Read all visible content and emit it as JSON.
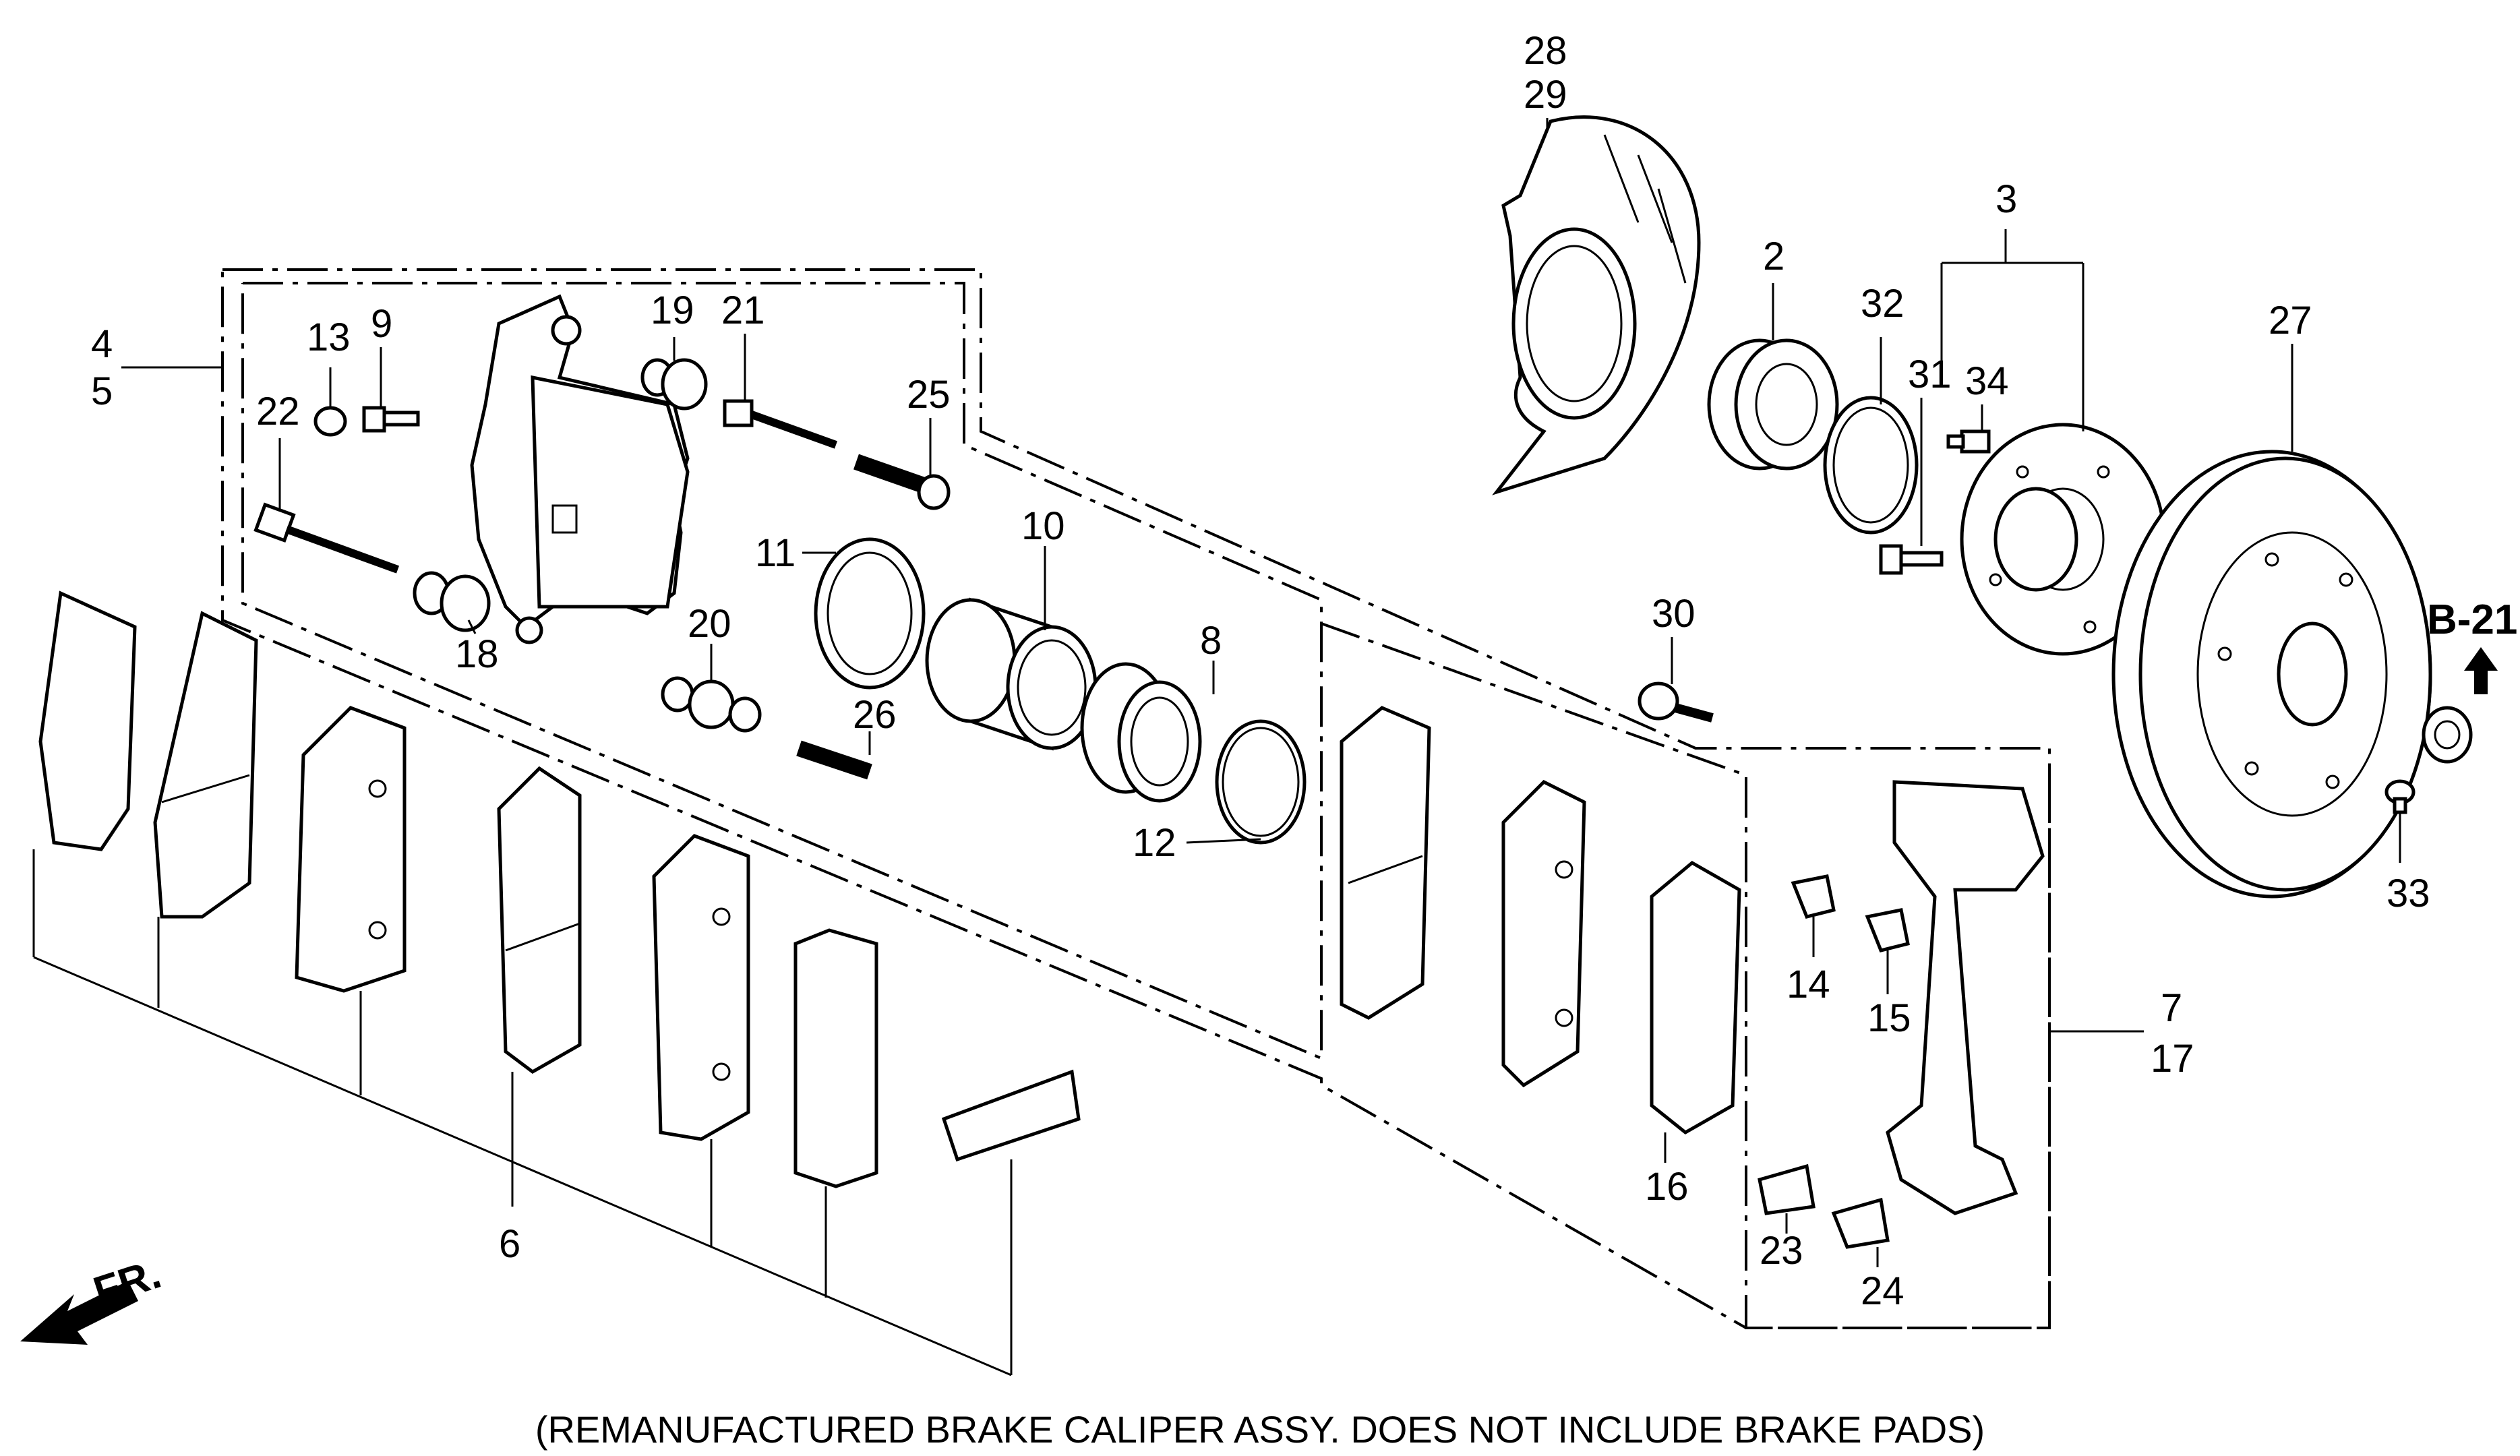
{
  "labels": {
    "p2": "2",
    "p3": "3",
    "p4": "4",
    "p5": "5",
    "p6": "6",
    "p7": "7",
    "p8": "8",
    "p9": "9",
    "p10": "10",
    "p11": "11",
    "p12": "12",
    "p13": "13",
    "p14": "14",
    "p15": "15",
    "p16": "16",
    "p17": "17",
    "p18": "18",
    "p19": "19",
    "p20": "20",
    "p21": "21",
    "p22": "22",
    "p23": "23",
    "p24": "24",
    "p25": "25",
    "p26": "26",
    "p27": "27",
    "p28": "28",
    "p29": "29",
    "p30": "30",
    "p31": "31",
    "p32": "32",
    "p33": "33",
    "p34": "34"
  },
  "reference": "B-21",
  "direction": "FR.",
  "caption": "(REMANUFACTURED BRAKE CALIPER ASSY. DOES NOT INCLUDE BRAKE PADS)"
}
